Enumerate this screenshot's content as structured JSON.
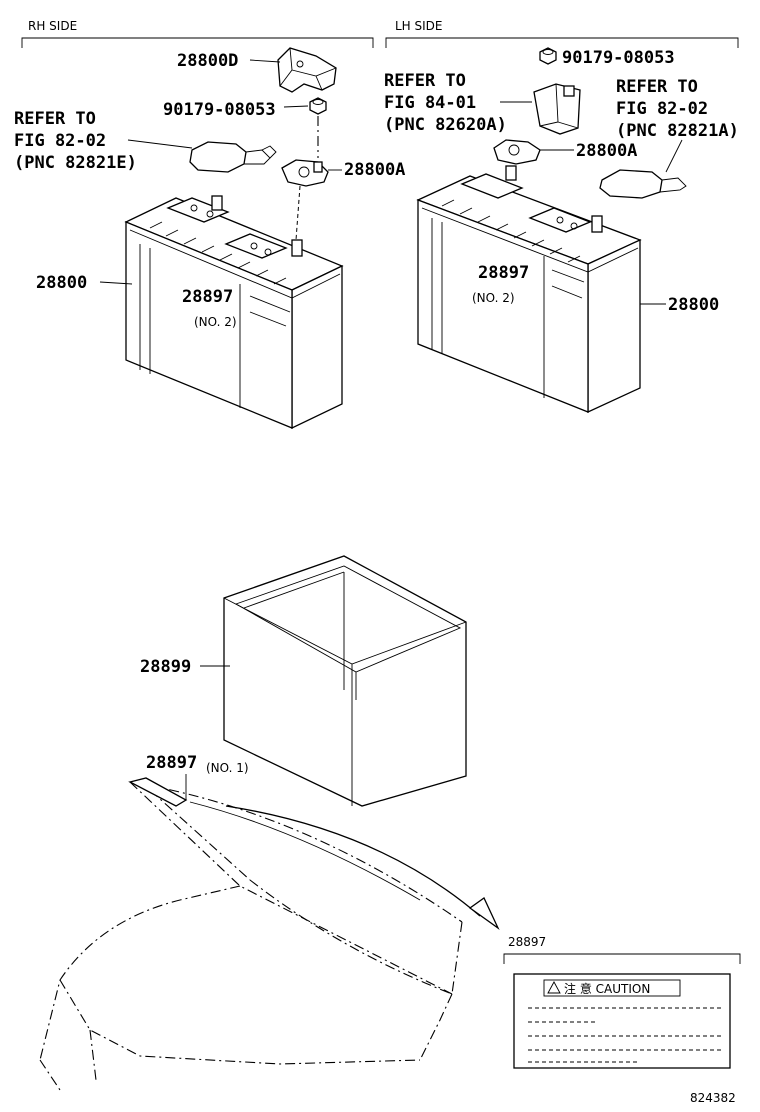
{
  "sections": {
    "rh": "RH SIDE",
    "lh": "LH SIDE"
  },
  "rh": {
    "cover": "28800D",
    "nut": "90179-08053",
    "refer_1": "REFER TO",
    "refer_2": "FIG 82-02",
    "refer_3": "(PNC 82821E)",
    "terminal": "28800A",
    "battery": "28800",
    "label_no": "28897",
    "label_no_sub": "(NO. 2)"
  },
  "lh": {
    "nut": "90179-08053",
    "refer_a1": "REFER TO",
    "refer_a2": "FIG 84-01",
    "refer_a3": "(PNC 82620A)",
    "refer_b1": "REFER TO",
    "refer_b2": "FIG 82-02",
    "refer_b3": "(PNC 82821A)",
    "terminal": "28800A",
    "label_no": "28897",
    "label_no_sub": "(NO. 2)",
    "battery": "28800"
  },
  "tray": "28899",
  "hood_label": {
    "part": "28897",
    "sub": "(NO. 1)"
  },
  "caution_box": {
    "part": "28897",
    "title": "注 意 CAUTION"
  },
  "drawing_no": "824382"
}
